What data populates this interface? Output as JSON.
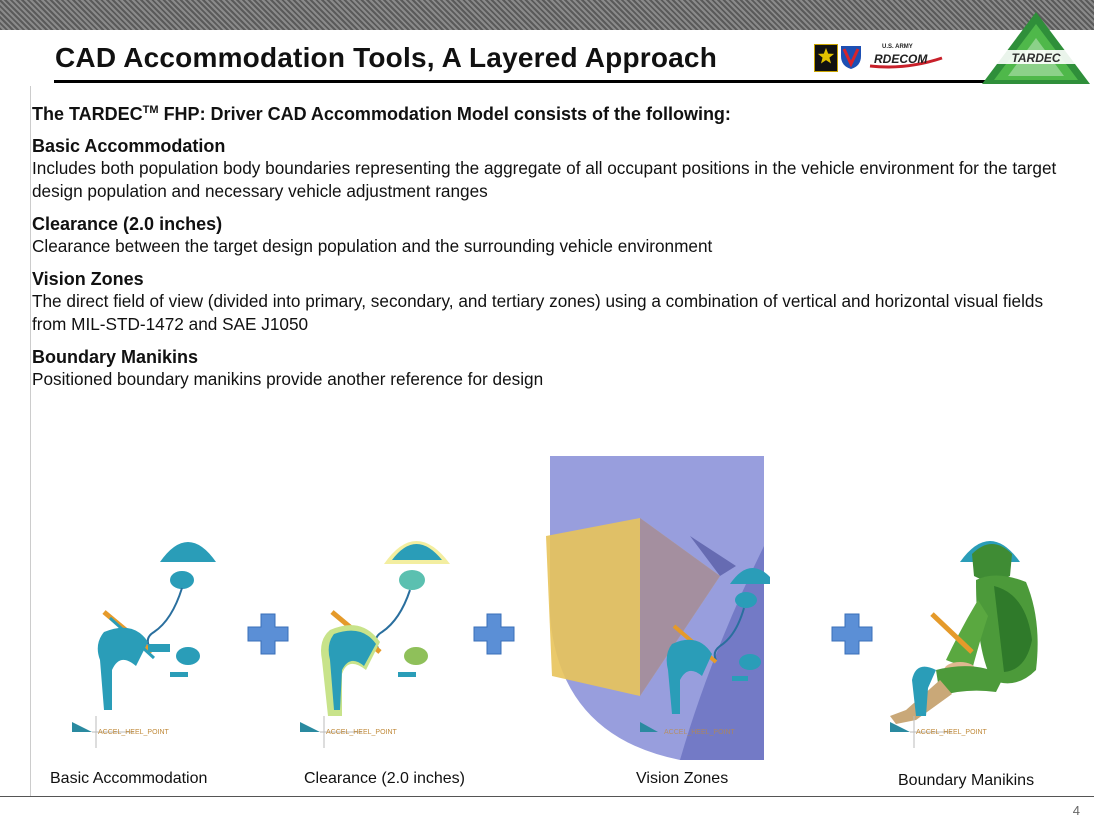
{
  "header": {
    "title": "CAD Accommodation Tools, A Layered Approach",
    "army_label": "U.S. ARMY",
    "rdecom_small": "U.S. ARMY",
    "rdecom_big": "RDECOM",
    "tardec_logo_text": "TARDEC"
  },
  "intro": {
    "prefix": "The TARDEC",
    "tm": "TM",
    "suffix": " FHP: Driver CAD Accommodation Model consists of the following:"
  },
  "sections": [
    {
      "heading": "Basic Accommodation",
      "body": "Includes both population body boundaries representing the aggregate of all occupant positions in the vehicle environment for the target design population and necessary vehicle adjustment ranges"
    },
    {
      "heading": "Clearance (2.0 inches)",
      "body": "Clearance between the target design population and the surrounding vehicle environment"
    },
    {
      "heading": "Vision Zones",
      "body": "The direct field of view (divided into primary, secondary, and tertiary zones) using a combination of vertical and horizontal visual fields from MIL-STD-1472 and SAE J1050"
    },
    {
      "heading": "Boundary Manikins",
      "body": "Positioned boundary manikins provide another reference for design"
    }
  ],
  "figures": {
    "captions": [
      "Basic Accommodation",
      "Clearance (2.0 inches)",
      "Vision Zones",
      "Boundary Manikins"
    ],
    "point_label": "ACCEL_HEEL_POINT"
  },
  "footer": {
    "page_number": "4"
  },
  "colors": {
    "teal": "#2a9db8",
    "plus": "#5b8fd6",
    "vision_blue": "#6f78c8",
    "vision_yellow": "#e8c35a",
    "manikin_green": "#4c9a3a"
  }
}
